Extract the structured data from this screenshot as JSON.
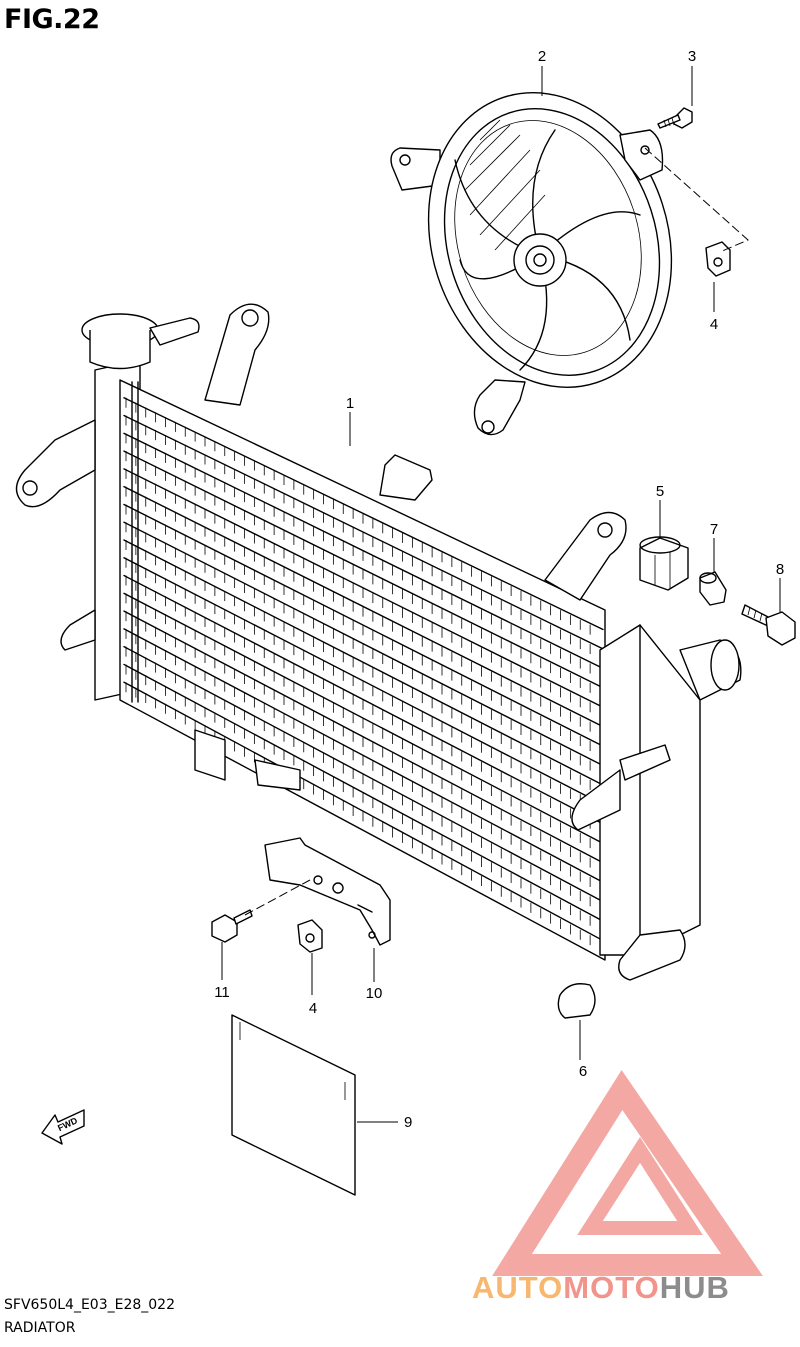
{
  "figure": {
    "title": "FIG.22",
    "drawing_code": "SFV650L4_E03_E28_022",
    "part_group": "RADIATOR",
    "direction_label": "FWD"
  },
  "callouts": [
    {
      "id": "callout-1",
      "number": "1",
      "part": "radiator"
    },
    {
      "id": "callout-2",
      "number": "2",
      "part": "cooling-fan"
    },
    {
      "id": "callout-3",
      "number": "3",
      "part": "fan-bolt"
    },
    {
      "id": "callout-4a",
      "number": "4",
      "part": "fan-nut"
    },
    {
      "id": "callout-5",
      "number": "5",
      "part": "rubber-cushion"
    },
    {
      "id": "callout-7",
      "number": "7",
      "part": "spacer-collar"
    },
    {
      "id": "callout-8",
      "number": "8",
      "part": "mounting-bolt"
    },
    {
      "id": "callout-6",
      "number": "6",
      "part": "lower-cushion"
    },
    {
      "id": "callout-11",
      "number": "11",
      "part": "bracket-bolt"
    },
    {
      "id": "callout-4b",
      "number": "4",
      "part": "bracket-nut"
    },
    {
      "id": "callout-10",
      "number": "10",
      "part": "lower-bracket"
    },
    {
      "id": "callout-9",
      "number": "9",
      "part": "radiator-cover-plate"
    }
  ],
  "watermark": {
    "text_part1": "AUTO",
    "text_part2": "MOTO",
    "text_part3": "HUB",
    "colors": {
      "part1": "#f7b76f",
      "part2": "#f0948c",
      "part3": "#8c8c8c",
      "logo": "#f29a94"
    }
  }
}
